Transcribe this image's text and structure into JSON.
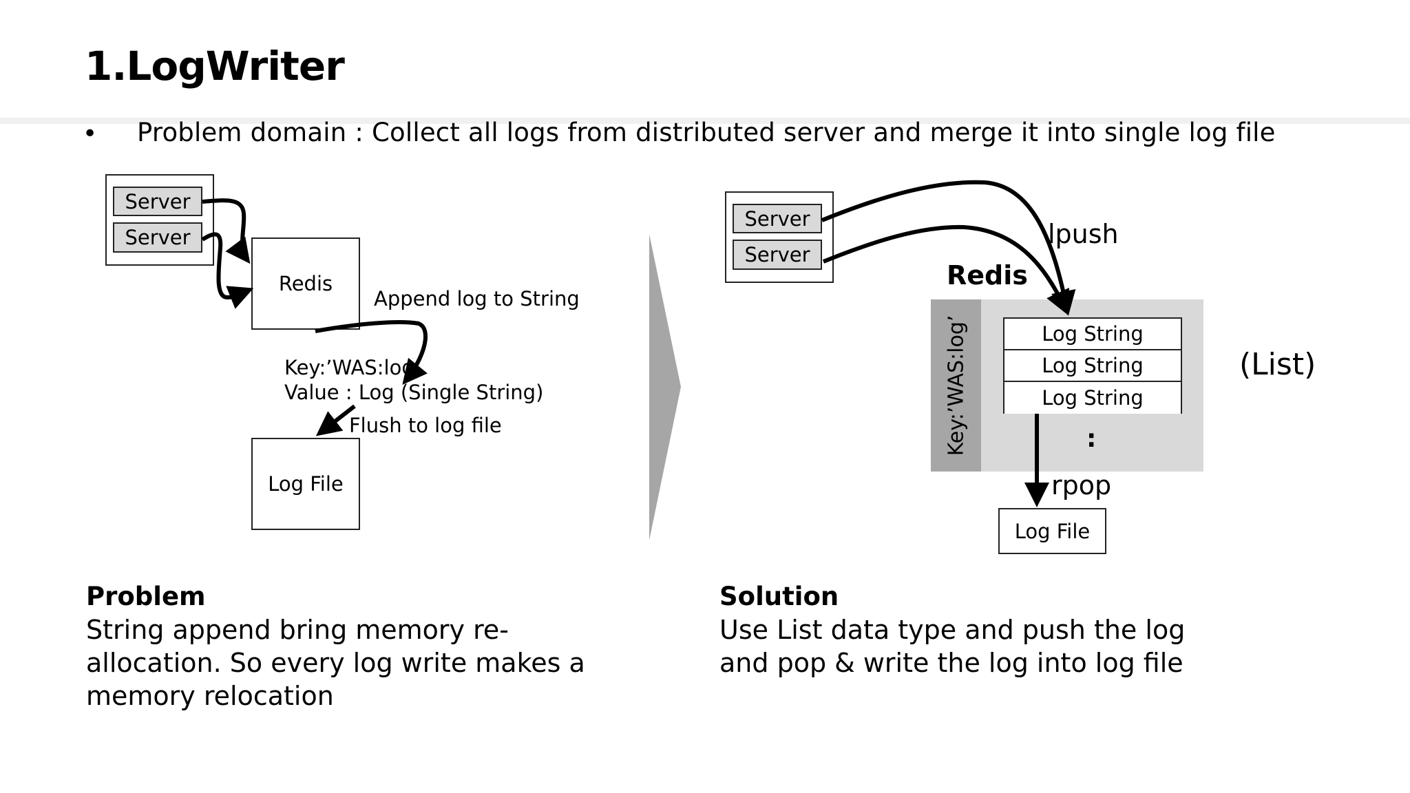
{
  "slide": {
    "title": "1.LogWriter",
    "bullet_symbol": "•",
    "bullet_text": "Problem domain : Collect all logs from distributed server and merge it into single log file"
  },
  "left_diagram": {
    "servers": [
      "Server",
      "Server"
    ],
    "redis_label": "Redis",
    "append_label": "Append log to String",
    "key_label": "Key:’WAS:log’",
    "value_label": "Value : Log (Single String)",
    "flush_label": "Flush to log file",
    "logfile_label": "Log File"
  },
  "right_diagram": {
    "servers": [
      "Server",
      "Server"
    ],
    "lpush_label": "lpush",
    "redis_label": "Redis",
    "key_label": "Key:’WAS:log’",
    "list_items": [
      "Log String",
      "Log String",
      "Log String"
    ],
    "ellipsis": ":",
    "list_type_label": "(List)",
    "rpop_label": "rpop",
    "logfile_label": "Log File"
  },
  "problem": {
    "heading": "Problem",
    "lines": [
      "String append bring memory re-",
      "allocation. So every log write makes a",
      "memory relocation"
    ]
  },
  "solution": {
    "heading": "Solution",
    "lines": [
      "Use List data type and push the log",
      "and pop & write the log into log file"
    ]
  },
  "colors": {
    "server_fill": "#d9d9d9",
    "redis_container": "#d9d9d9",
    "key_strip": "#a6a6a6",
    "transition_arrow": "#a6a6a6",
    "band": "#f0f0f0"
  }
}
